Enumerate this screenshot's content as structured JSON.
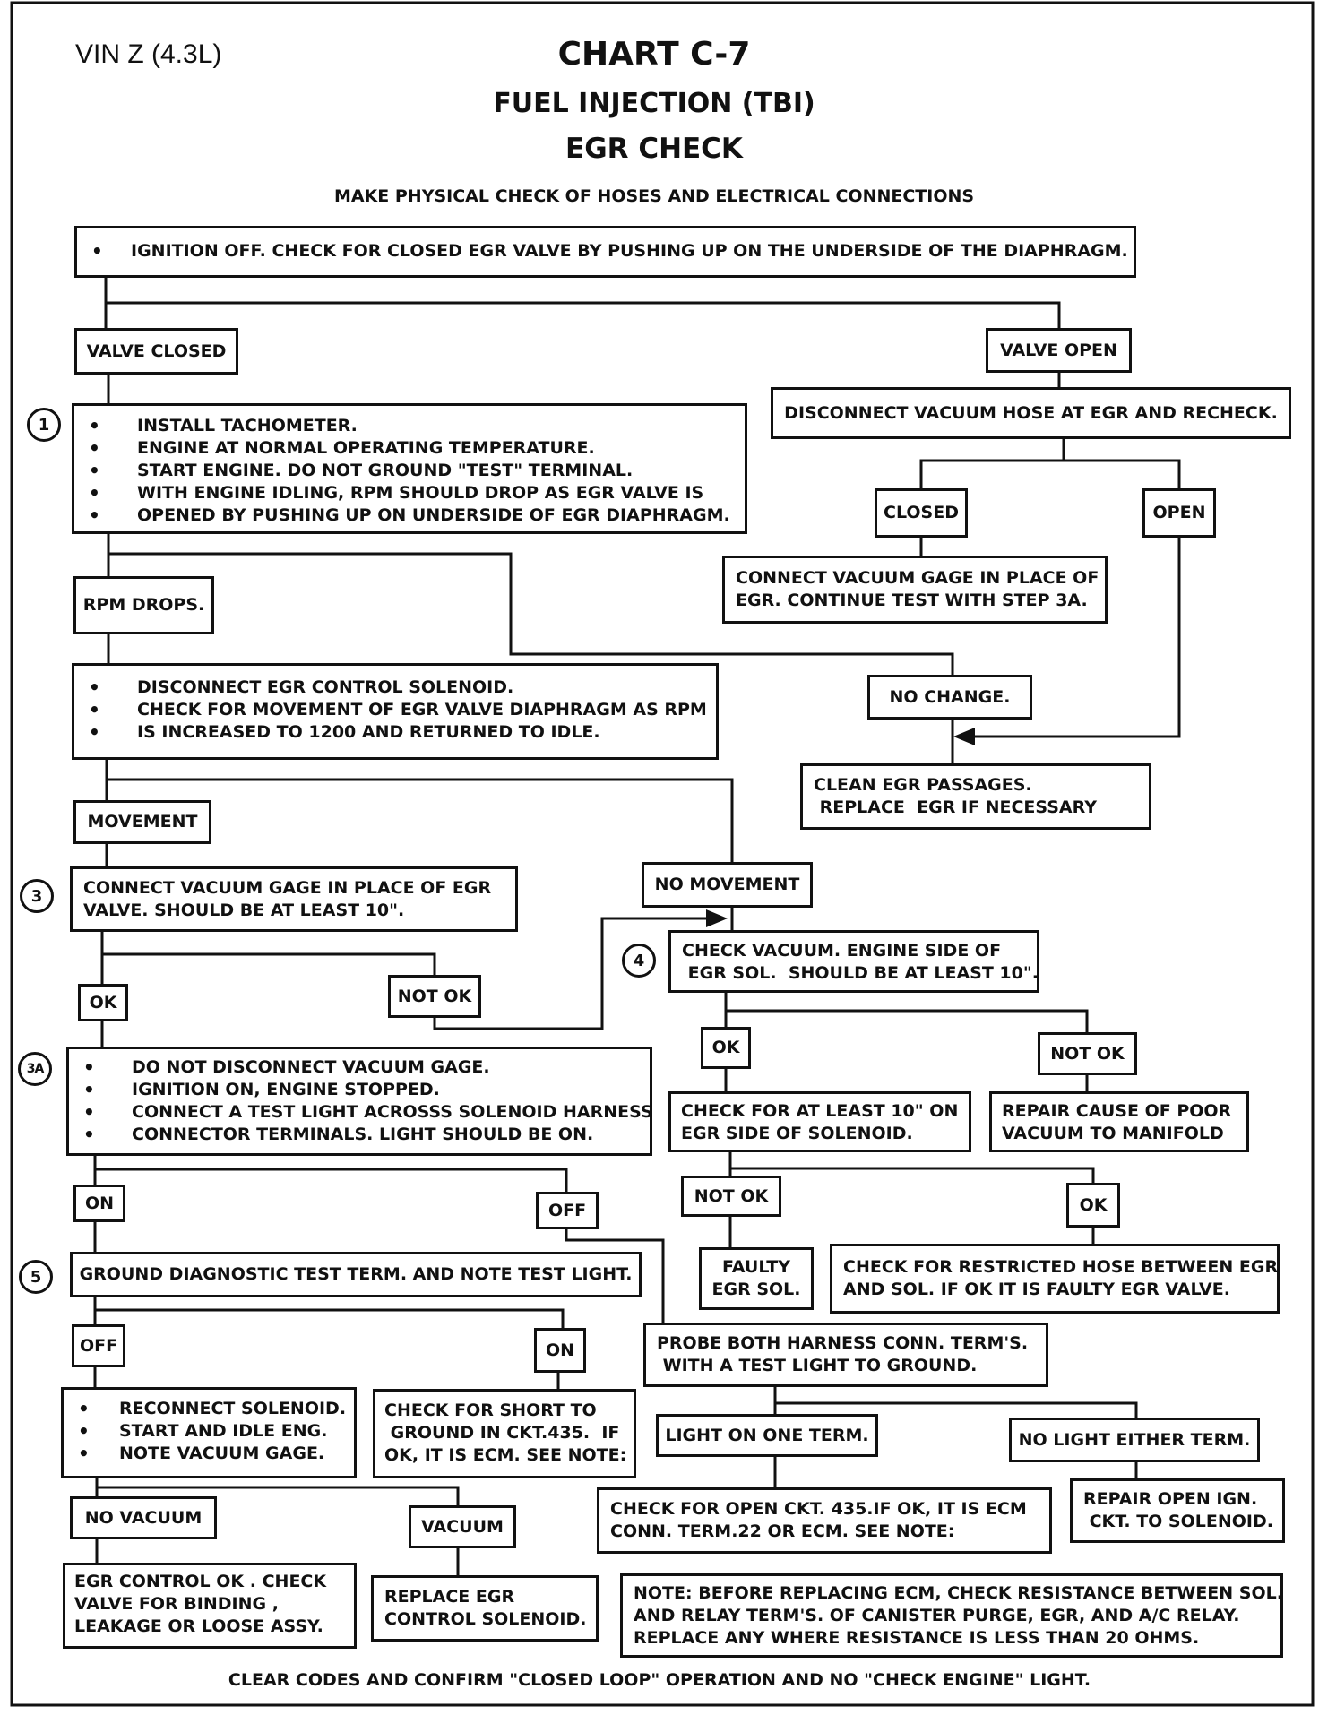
{
  "header": {
    "vin": "VIN Z (4.3L)",
    "chart": "CHART C-7",
    "system": "FUEL INJECTION (TBI)",
    "check": "EGR CHECK",
    "instruction": "MAKE PHYSICAL CHECK OF HOSES AND ELECTRICAL CONNECTIONS"
  },
  "steps": {
    "s1": "1",
    "s3": "3",
    "s3a": "3A",
    "s4": "4",
    "s5": "5"
  },
  "boxes": {
    "ignition_off": "IGNITION OFF.  CHECK FOR CLOSED EGR VALVE BY PUSHING UP ON THE UNDERSIDE OF THE DIAPHRAGM.",
    "valve_closed": "VALVE CLOSED",
    "valve_open": "VALVE OPEN",
    "tach": [
      "INSTALL TACHOMETER.",
      "ENGINE AT NORMAL OPERATING TEMPERATURE.",
      "START ENGINE.  DO NOT GROUND \"TEST\" TERMINAL.",
      "WITH ENGINE IDLING, RPM SHOULD DROP AS EGR VALVE IS",
      "OPENED BY PUSHING UP ON UNDERSIDE OF EGR DIAPHRAGM."
    ],
    "disconnect_hose": "DISCONNECT VACUUM HOSE AT EGR AND RECHECK.",
    "closed": "CLOSED",
    "open": "OPEN",
    "connect_gage_egr": [
      "CONNECT VACUUM GAGE IN PLACE OF",
      "EGR. CONTINUE TEST WITH STEP 3A."
    ],
    "rpm_drops": "RPM DROPS.",
    "no_change": "NO  CHANGE.",
    "disconnect_sol": [
      "DISCONNECT EGR CONTROL SOLENOID.",
      "CHECK FOR MOVEMENT OF EGR VALVE DIAPHRAGM  AS RPM",
      "IS INCREASED TO 1200 AND RETURNED TO IDLE."
    ],
    "clean_egr": [
      "CLEAN EGR PASSAGES.",
      " REPLACE  EGR IF NECESSARY"
    ],
    "movement": "MOVEMENT",
    "no_movement": "NO MOVEMENT",
    "connect_gage_valve": [
      "CONNECT VACUUM GAGE IN PLACE OF EGR",
      "VALVE.  SHOULD BE AT LEAST 10\"."
    ],
    "check_vacuum": [
      "CHECK VACUUM. ENGINE SIDE OF",
      " EGR SOL.  SHOULD BE AT LEAST 10\"."
    ],
    "ok_3": "OK",
    "not_ok_3": "NOT OK",
    "ok_4": "OK",
    "not_ok_4": "NOT OK",
    "do_not_disconnect": [
      "DO NOT DISCONNECT VACUUM GAGE.",
      "IGNITION ON, ENGINE STOPPED.",
      "CONNECT A TEST LIGHT ACROSSS SOLENOID HARNESS",
      "CONNECTOR  TERMINALS.  LIGHT SHOULD BE ON."
    ],
    "check_egr_side": [
      "CHECK FOR AT LEAST 10\" ON",
      "EGR SIDE OF SOLENOID."
    ],
    "repair_poor_vacuum": [
      "REPAIR CAUSE OF POOR",
      "VACUUM TO MANIFOLD"
    ],
    "on_3a": "ON",
    "off_3a": "OFF",
    "not_ok_egr_side": "NOT OK",
    "ok_egr_side": "OK",
    "ground_diag": "GROUND DIAGNOSTIC TEST TERM. AND NOTE  TEST LIGHT.",
    "faulty_sol": [
      "FAULTY",
      "EGR SOL."
    ],
    "restricted_hose": [
      "CHECK FOR RESTRICTED HOSE BETWEEN EGR",
      "AND SOL.  IF OK IT IS FAULTY EGR VALVE."
    ],
    "off_5": "OFF",
    "on_5": "ON",
    "probe": [
      "PROBE BOTH HARNESS CONN. TERM'S.",
      " WITH A TEST LIGHT TO GROUND."
    ],
    "reconnect": [
      "RECONNECT SOLENOID.",
      "START AND IDLE ENG.",
      "NOTE VACUUM GAGE."
    ],
    "short_ground": [
      "CHECK FOR SHORT TO",
      " GROUND IN CKT.435.  IF",
      "OK, IT IS ECM.  SEE NOTE:"
    ],
    "light_one": "LIGHT ON ONE TERM.",
    "no_light": "NO LIGHT EITHER TERM.",
    "no_vacuum": "NO VACUUM",
    "vacuum": "VACUUM",
    "open_ckt": [
      "CHECK FOR OPEN CKT. 435.IF OK, IT IS ECM",
      "CONN. TERM.22 OR ECM.  SEE NOTE:"
    ],
    "repair_open_ign": [
      "REPAIR OPEN IGN.",
      " CKT. TO SOLENOID."
    ],
    "egr_control_ok": [
      "EGR CONTROL OK . CHECK",
      "VALVE FOR BINDING ,",
      "LEAKAGE OR LOOSE ASSY."
    ],
    "replace_egr_sol": [
      "REPLACE EGR",
      "CONTROL SOLENOID."
    ],
    "note": [
      "NOTE:  BEFORE REPLACING ECM, CHECK RESISTANCE BETWEEN SOL.",
      "AND RELAY TERM'S. OF CANISTER PURGE, EGR, AND A/C RELAY.",
      "REPLACE ANY WHERE RESISTANCE IS LESS THAN 20 OHMS."
    ]
  },
  "footer": "CLEAR CODES AND CONFIRM \"CLOSED LOOP\" OPERATION AND NO \"CHECK ENGINE\" LIGHT."
}
